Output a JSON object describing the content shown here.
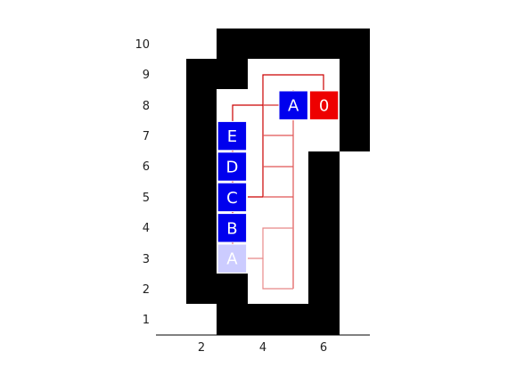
{
  "colors": {
    "wall": "#000000",
    "floor": "#ffffff",
    "agent": "#0000ee",
    "goal": "#ee0000",
    "ghost": "#ccccff",
    "path": "#dd2222",
    "text": "#ffffff"
  },
  "axis": {
    "x_ticks": [
      "2",
      "4",
      "6"
    ],
    "y_ticks": [
      "1",
      "2",
      "3",
      "4",
      "5",
      "6",
      "7",
      "8",
      "9",
      "10"
    ]
  },
  "cells": [
    {
      "label": "A",
      "role": "agent",
      "col": 5,
      "row": 8
    },
    {
      "label": "0",
      "role": "goal",
      "col": 6,
      "row": 8
    },
    {
      "label": "E",
      "role": "agent",
      "col": 3,
      "row": 7
    },
    {
      "label": "D",
      "role": "agent",
      "col": 3,
      "row": 6
    },
    {
      "label": "C",
      "role": "agent",
      "col": 3,
      "row": 5
    },
    {
      "label": "B",
      "role": "agent",
      "col": 3,
      "row": 4
    },
    {
      "label": "A",
      "role": "ghost",
      "col": 3,
      "row": 3
    }
  ]
}
